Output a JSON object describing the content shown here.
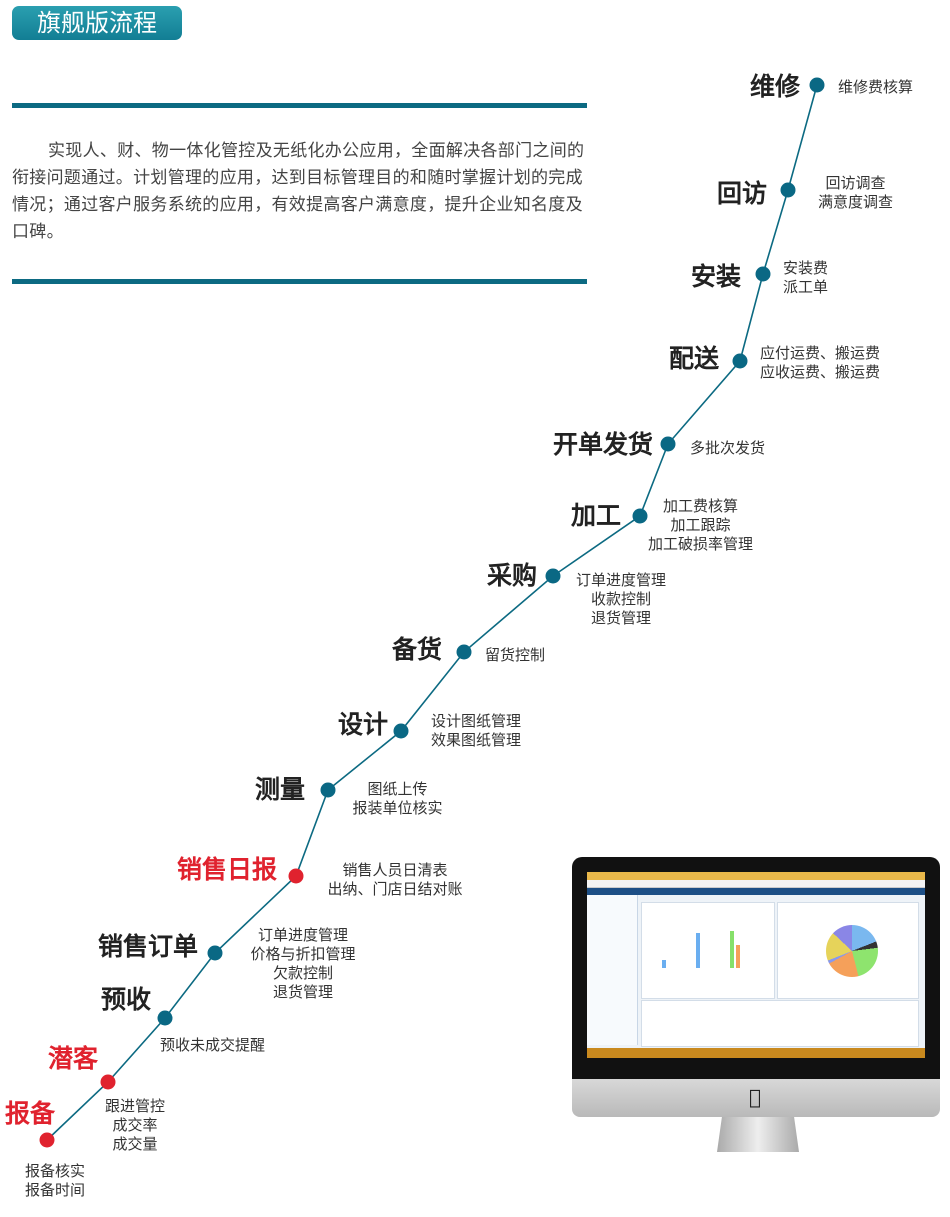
{
  "header": {
    "badge": "旗舰版流程"
  },
  "intro": "实现人、财、物一体化管控及无纸化办公应用，全面解决各部门之间的衔接问题通过。计划管理的应用，达到目标管理目的和随时掌握计划的完成情况；通过客户服务系统的应用，有效提高客户满意度，提升企业知名度及口碑。",
  "colors": {
    "line": "#0c6a82",
    "dot": "#0a6884",
    "highlight": "#e0222e"
  },
  "steps": [
    {
      "title": "报备",
      "highlight": true,
      "desc": [
        "报备核实",
        "报备时间"
      ]
    },
    {
      "title": "潜客",
      "highlight": true,
      "desc": [
        "跟进管控",
        "成交率",
        "成交量"
      ]
    },
    {
      "title": "预收",
      "highlight": false,
      "desc": [
        "预收未成交提醒"
      ]
    },
    {
      "title": "销售订单",
      "highlight": false,
      "desc": [
        "订单进度管理",
        "价格与折扣管理",
        "欠款控制",
        "退货管理"
      ]
    },
    {
      "title": "销售日报",
      "highlight": true,
      "desc": [
        "销售人员日清表",
        "出纳、门店日结对账"
      ]
    },
    {
      "title": "测量",
      "highlight": false,
      "desc": [
        "图纸上传",
        "报装单位核实"
      ]
    },
    {
      "title": "设计",
      "highlight": false,
      "desc": [
        "设计图纸管理",
        "效果图纸管理"
      ]
    },
    {
      "title": "备货",
      "highlight": false,
      "desc": [
        "留货控制"
      ]
    },
    {
      "title": "采购",
      "highlight": false,
      "desc": [
        "订单进度管理",
        "收款控制",
        "退货管理"
      ]
    },
    {
      "title": "加工",
      "highlight": false,
      "desc": [
        "加工费核算",
        "加工跟踪",
        "加工破损率管理"
      ]
    },
    {
      "title": "开单发货",
      "highlight": false,
      "desc": [
        "多批次发货"
      ]
    },
    {
      "title": "配送",
      "highlight": false,
      "desc": [
        "应付运费、搬运费",
        "应收运费、搬运费"
      ]
    },
    {
      "title": "安装",
      "highlight": false,
      "desc": [
        "安装费",
        "派工单"
      ]
    },
    {
      "title": "回访",
      "highlight": false,
      "desc": [
        "回访调查",
        "满意度调查"
      ]
    },
    {
      "title": "维修",
      "highlight": false,
      "desc": [
        "维修费核算"
      ]
    }
  ]
}
